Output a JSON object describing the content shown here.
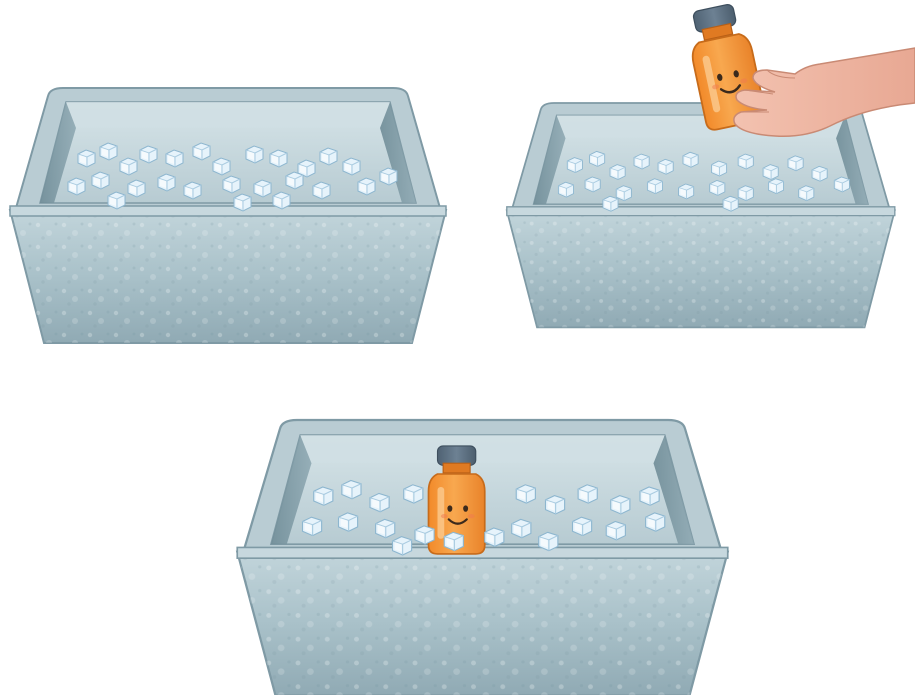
{
  "scene": {
    "step_count": 3,
    "colors": {
      "box_light": "#c9dae0",
      "box_mid": "#9fb9c2",
      "box_dark": "#6f8e99",
      "box_rim": "#b8ccd3",
      "ice": "#e3f2fb",
      "ice_edge": "#8fb8d0",
      "bottle_body": "#f59a3c",
      "bottle_highlight": "#fbc27a",
      "bottle_cap": "#5c6f80",
      "hand_skin": "#f0b7a2",
      "background": "#ffffff"
    },
    "icons": [
      "ice-box",
      "ice-cube",
      "smiling-bottle",
      "hand"
    ]
  }
}
